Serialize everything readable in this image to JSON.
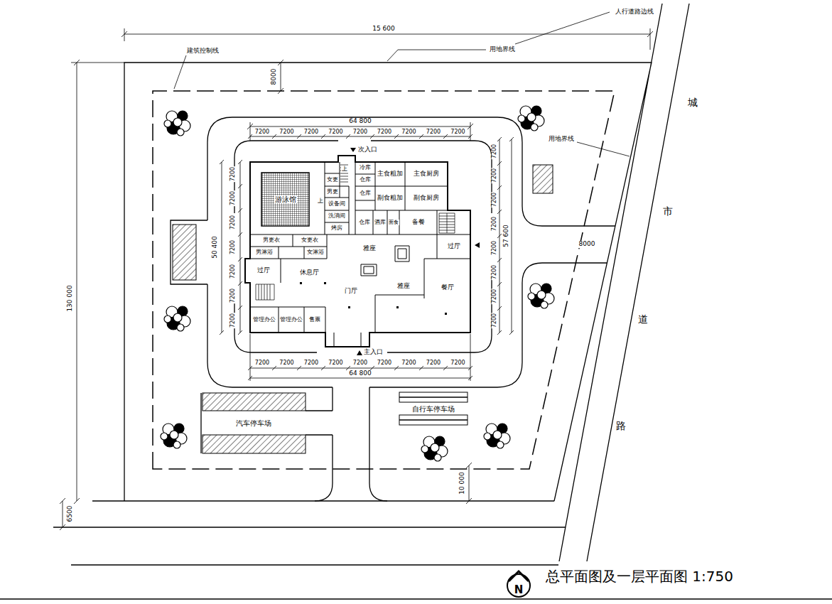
{
  "diagram": {
    "caption": "总平面图及一层平面图 1:750",
    "nodes": [
      {
        "text": [
          "游泳馆"
        ]
      },
      {
        "text": [
          "女更"
        ]
      },
      {
        "text": [
          "男更"
        ]
      },
      {
        "text": [
          "设备间"
        ]
      },
      {
        "text": [
          "洗消间"
        ]
      },
      {
        "text": [
          "烤房"
        ]
      },
      {
        "text": [
          "冷库"
        ]
      },
      {
        "text": [
          "仓库"
        ]
      },
      {
        "text": [
          "仓库"
        ]
      },
      {
        "text": [
          "主食粗加"
        ]
      },
      {
        "text": [
          "副食粗加"
        ]
      },
      {
        "text": [
          "主食厨房"
        ]
      },
      {
        "text": [
          "副食厨房"
        ]
      },
      {
        "text": [
          "仓库"
        ]
      },
      {
        "text": [
          "酒库"
        ]
      },
      {
        "text": [
          "面食"
        ]
      },
      {
        "text": [
          "备餐"
        ]
      },
      {
        "text": [
          "男更衣"
        ]
      },
      {
        "text": [
          "女更衣"
        ]
      },
      {
        "text": [
          "男淋浴"
        ]
      },
      {
        "text": [
          "女淋浴"
        ]
      },
      {
        "text": [
          "雅座"
        ]
      },
      {
        "text": [
          "过厅"
        ]
      },
      {
        "text": [
          "休息厅"
        ]
      },
      {
        "text": [
          "门厅"
        ]
      },
      {
        "text": [
          "雅座"
        ]
      },
      {
        "text": [
          "过厅"
        ]
      },
      {
        "text": [
          "餐厅"
        ]
      },
      {
        "text": [
          "管理办公"
        ]
      },
      {
        "text": [
          "管理办公"
        ]
      },
      {
        "text": [
          "售票"
        ]
      }
    ],
    "labels": [
      "人行道路边线",
      "15 600",
      "用地界线",
      "建筑控制线",
      "8000",
      "用地界线",
      "城",
      "市",
      "道",
      "路",
      "130 000",
      "6500",
      "10 000",
      "8000",
      "64 800",
      "7200",
      "7200",
      "7200",
      "7200",
      "7200",
      "7200",
      "7200",
      "7200",
      "7200",
      "64 800",
      "7200",
      "7200",
      "7200",
      "7200",
      "7200",
      "7200",
      "7200",
      "7200",
      "7200",
      "50 400",
      "7200",
      "7200",
      "7200",
      "7200",
      "7200",
      "7200",
      "7200",
      "57 600",
      "7200",
      "7200",
      "7200",
      "7200",
      "7200",
      "7200",
      "7200",
      "7200",
      "次入口",
      "主入口",
      "上",
      "上",
      "汽车停车场",
      "自行车停车场",
      "N"
    ]
  }
}
